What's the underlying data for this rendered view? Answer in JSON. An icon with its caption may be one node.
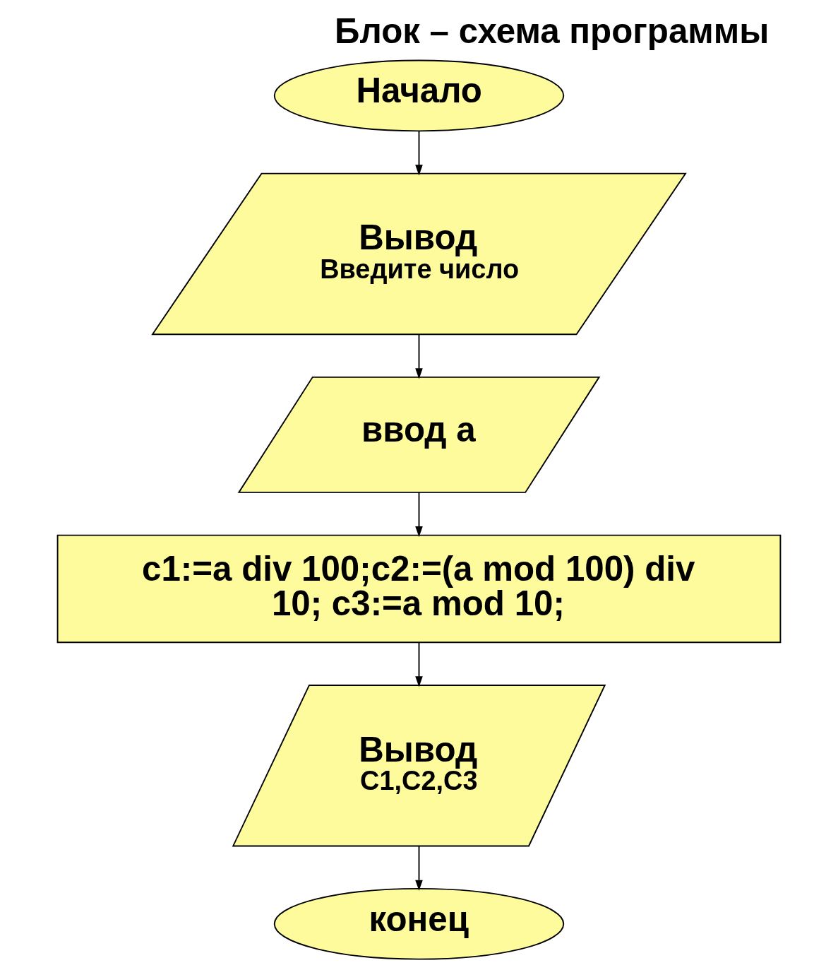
{
  "diagram": {
    "title": "Блок – схема программы",
    "nodes": [
      {
        "text": [
          "Начало"
        ]
      },
      {
        "text": [
          "Вывод",
          "Введите число"
        ]
      },
      {
        "text": [
          "ввод a"
        ]
      },
      {
        "text": [
          "c1:=a div 100;c2:=(a mod 100) div 10; c3:=a mod 10;"
        ]
      },
      {
        "text": [
          "Вывод",
          "C1,C2,C3"
        ]
      },
      {
        "text": [
          "конец"
        ]
      }
    ],
    "edges": [
      {
        "from": 0,
        "to": 1,
        "arrow": "to"
      },
      {
        "from": 1,
        "to": 2,
        "arrow": "to"
      },
      {
        "from": 2,
        "to": 3,
        "arrow": "to"
      },
      {
        "from": 3,
        "to": 4,
        "arrow": "to"
      },
      {
        "from": 4,
        "to": 5,
        "arrow": "to"
      }
    ]
  }
}
